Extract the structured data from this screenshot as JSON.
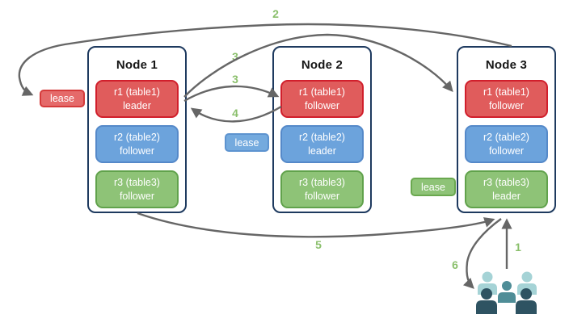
{
  "nodes": [
    {
      "name": "Node 1",
      "replicas": [
        {
          "label": "r1 (table1)",
          "role": "leader",
          "color": "red"
        },
        {
          "label": "r2 (table2)",
          "role": "follower",
          "color": "blue"
        },
        {
          "label": "r3 (table3)",
          "role": "follower",
          "color": "green"
        }
      ]
    },
    {
      "name": "Node 2",
      "replicas": [
        {
          "label": "r1 (table1)",
          "role": "follower",
          "color": "red"
        },
        {
          "label": "r2 (table2)",
          "role": "leader",
          "color": "blue"
        },
        {
          "label": "r3 (table3)",
          "role": "follower",
          "color": "green"
        }
      ]
    },
    {
      "name": "Node 3",
      "replicas": [
        {
          "label": "r1 (table1)",
          "role": "follower",
          "color": "red"
        },
        {
          "label": "r2 (table2)",
          "role": "follower",
          "color": "blue"
        },
        {
          "label": "r3 (table3)",
          "role": "leader",
          "color": "green"
        }
      ]
    }
  ],
  "leases": [
    {
      "label": "lease",
      "color": "red"
    },
    {
      "label": "lease",
      "color": "blue"
    },
    {
      "label": "lease",
      "color": "green"
    }
  ],
  "steps": [
    {
      "label": "2"
    },
    {
      "label": "3"
    },
    {
      "label": "3"
    },
    {
      "label": "4"
    },
    {
      "label": "5"
    },
    {
      "label": "1"
    },
    {
      "label": "6"
    }
  ],
  "colors": {
    "replica_red_fill": "#e05c5c",
    "replica_red_border": "#d11f2c",
    "replica_blue_fill": "#6ca3dc",
    "replica_blue_border": "#5589c9",
    "replica_green_fill": "#8ec377",
    "replica_green_border": "#61a24c",
    "node_border": "#1e3a5f",
    "arrow": "#666666",
    "step_label": "#8abf6b",
    "users_light": "#a5d3d6",
    "users_medium": "#4f8d97",
    "users_dark": "#2e5362"
  }
}
